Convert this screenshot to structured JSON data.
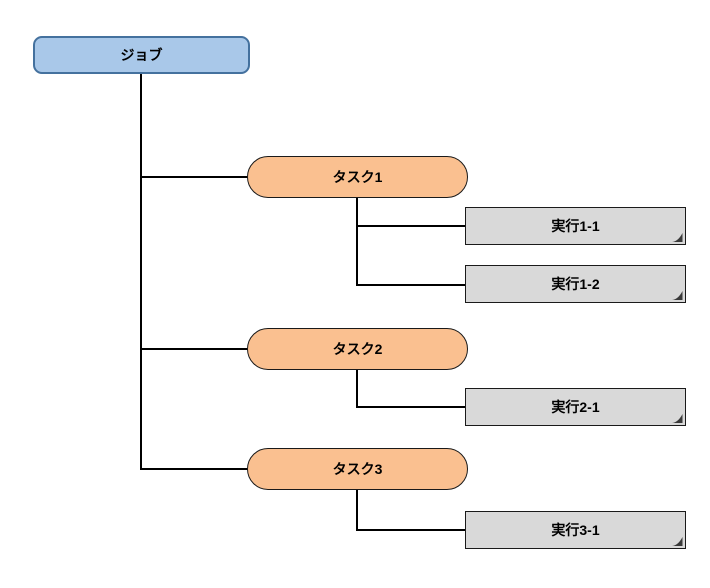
{
  "diagram": {
    "type": "hierarchy-flowchart",
    "root": {
      "label": "ジョブ",
      "shape": "rounded-rectangle"
    },
    "tasks": [
      {
        "label": "タスク1",
        "shape": "pill",
        "executions": [
          "実行1-1",
          "実行1-2"
        ]
      },
      {
        "label": "タスク2",
        "shape": "pill",
        "executions": [
          "実行2-1"
        ]
      },
      {
        "label": "タスク3",
        "shape": "pill",
        "executions": [
          "実行3-1"
        ]
      }
    ],
    "colors": {
      "background": "#FFFFFF",
      "job_fill": "#A9C8E9",
      "job_border": "#44719E",
      "task_fill": "#FAC090",
      "task_border": "#1A1A1A",
      "exec_fill": "#D9D9D9",
      "exec_border": "#1A1A1A",
      "connector": "#000000",
      "text": "#000000"
    }
  }
}
